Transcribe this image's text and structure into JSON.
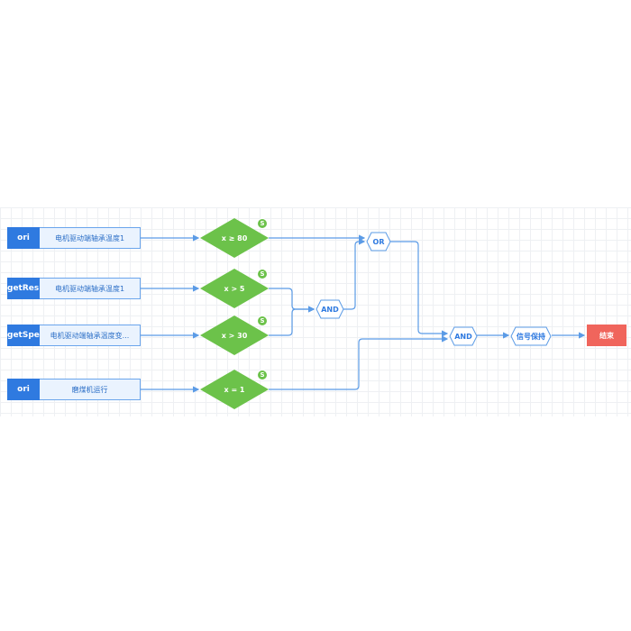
{
  "sources": [
    {
      "tag": "ori",
      "label": "电机驱动端轴承温度1"
    },
    {
      "tag": "getResis",
      "label": "电机驱动端轴承温度1"
    },
    {
      "tag": "getSpeed",
      "label": "电机驱动端轴承温度变..."
    },
    {
      "tag": "ori",
      "label": "磨煤机运行"
    }
  ],
  "conditions": [
    {
      "text": "x ≥ 80",
      "badge": "S"
    },
    {
      "text": "x > 5",
      "badge": "S"
    },
    {
      "text": "x > 30",
      "badge": "S"
    },
    {
      "text": "x = 1",
      "badge": "S"
    }
  ],
  "gates": {
    "or": "OR",
    "and1": "AND",
    "and2": "AND",
    "hold": "信号保持"
  },
  "end": "结束",
  "colors": {
    "source_tag": "#2f7ae0",
    "source_fill": "#eaf3fe",
    "condition": "#6cc24a",
    "wire": "#5b9be6",
    "end": "#f0655c"
  }
}
